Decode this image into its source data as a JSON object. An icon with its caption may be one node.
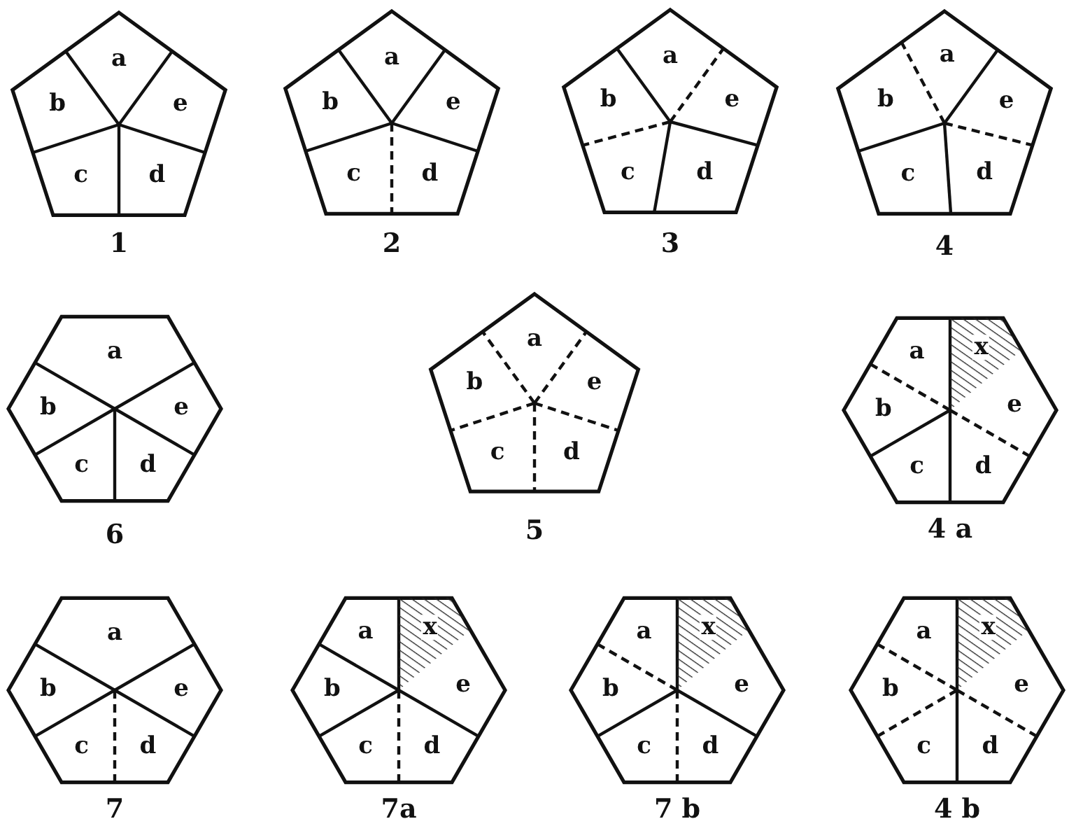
{
  "diagram": {
    "nodes": [
      {
        "text": [],
        "shape": "pentagon",
        "beside": [
          "1"
        ]
      },
      {
        "text": [
          "a"
        ],
        "in": 0
      },
      {
        "text": [
          "b"
        ],
        "in": 0
      },
      {
        "text": [
          "e"
        ],
        "in": 0
      },
      {
        "text": [
          "c"
        ],
        "in": 0
      },
      {
        "text": [
          "d"
        ],
        "in": 0
      },
      {
        "text": [],
        "shape": "pentagon",
        "beside": [
          "2"
        ]
      },
      {
        "text": [
          "a"
        ],
        "in": 6
      },
      {
        "text": [
          "b"
        ],
        "in": 6
      },
      {
        "text": [
          "e"
        ],
        "in": 6
      },
      {
        "text": [
          "c"
        ],
        "in": 6
      },
      {
        "text": [
          "d"
        ],
        "in": 6
      },
      {
        "text": [],
        "shape": "pentagon",
        "beside": [
          "3"
        ]
      },
      {
        "text": [
          "a"
        ],
        "in": 12
      },
      {
        "text": [
          "b"
        ],
        "in": 12
      },
      {
        "text": [
          "e"
        ],
        "in": 12
      },
      {
        "text": [
          "c"
        ],
        "in": 12
      },
      {
        "text": [
          "d"
        ],
        "in": 12
      },
      {
        "text": [],
        "shape": "pentagon",
        "beside": [
          "4"
        ]
      },
      {
        "text": [
          "a"
        ],
        "in": 18
      },
      {
        "text": [
          "b"
        ],
        "in": 18
      },
      {
        "text": [
          "e"
        ],
        "in": 18
      },
      {
        "text": [
          "c"
        ],
        "in": 18
      },
      {
        "text": [
          "d"
        ],
        "in": 18
      },
      {
        "text": [],
        "shape": "hexagon",
        "beside": [
          "6"
        ]
      },
      {
        "text": [
          "a"
        ],
        "in": 24
      },
      {
        "text": [
          "b"
        ],
        "in": 24
      },
      {
        "text": [
          "e"
        ],
        "in": 24
      },
      {
        "text": [
          "c"
        ],
        "in": 24
      },
      {
        "text": [
          "d"
        ],
        "in": 24
      },
      {
        "text": [],
        "shape": "pentagon",
        "beside": [
          "5"
        ]
      },
      {
        "text": [
          "a"
        ],
        "in": 30
      },
      {
        "text": [
          "b"
        ],
        "in": 30
      },
      {
        "text": [
          "e"
        ],
        "in": 30
      },
      {
        "text": [
          "c"
        ],
        "in": 30
      },
      {
        "text": [
          "d"
        ],
        "in": 30
      },
      {
        "text": [],
        "shape": "hexagon",
        "beside": [
          "4 a"
        ]
      },
      {
        "text": [
          "a"
        ],
        "in": 36
      },
      {
        "text": [
          "x"
        ],
        "in": 36
      },
      {
        "text": [
          "b"
        ],
        "in": 36
      },
      {
        "text": [
          "e"
        ],
        "in": 36
      },
      {
        "text": [
          "c"
        ],
        "in": 36
      },
      {
        "text": [
          "d"
        ],
        "in": 36
      },
      {
        "text": [],
        "shape": "hexagon",
        "beside": [
          "7"
        ]
      },
      {
        "text": [
          "a"
        ],
        "in": 43
      },
      {
        "text": [
          "b"
        ],
        "in": 43
      },
      {
        "text": [
          "e"
        ],
        "in": 43
      },
      {
        "text": [
          "c"
        ],
        "in": 43
      },
      {
        "text": [
          "d"
        ],
        "in": 43
      },
      {
        "text": [],
        "shape": "hexagon",
        "beside": [
          "7a"
        ]
      },
      {
        "text": [
          "a"
        ],
        "in": 49
      },
      {
        "text": [
          "x"
        ],
        "in": 49
      },
      {
        "text": [
          "b"
        ],
        "in": 49
      },
      {
        "text": [
          "e"
        ],
        "in": 49
      },
      {
        "text": [
          "c"
        ],
        "in": 49
      },
      {
        "text": [
          "d"
        ],
        "in": 49
      },
      {
        "text": [],
        "shape": "hexagon",
        "beside": [
          "7 b"
        ]
      },
      {
        "text": [
          "a"
        ],
        "in": 56
      },
      {
        "text": [
          "x"
        ],
        "in": 56
      },
      {
        "text": [
          "b"
        ],
        "in": 56
      },
      {
        "text": [
          "e"
        ],
        "in": 56
      },
      {
        "text": [
          "c"
        ],
        "in": 56
      },
      {
        "text": [
          "d"
        ],
        "in": 56
      },
      {
        "text": [],
        "shape": "hexagon",
        "beside": [
          "4 b"
        ]
      },
      {
        "text": [
          "a"
        ],
        "in": 63
      },
      {
        "text": [
          "x"
        ],
        "in": 63
      },
      {
        "text": [
          "b"
        ],
        "in": 63
      },
      {
        "text": [
          "e"
        ],
        "in": 63
      },
      {
        "text": [
          "c"
        ],
        "in": 63
      },
      {
        "text": [
          "d"
        ],
        "in": 63
      }
    ]
  }
}
